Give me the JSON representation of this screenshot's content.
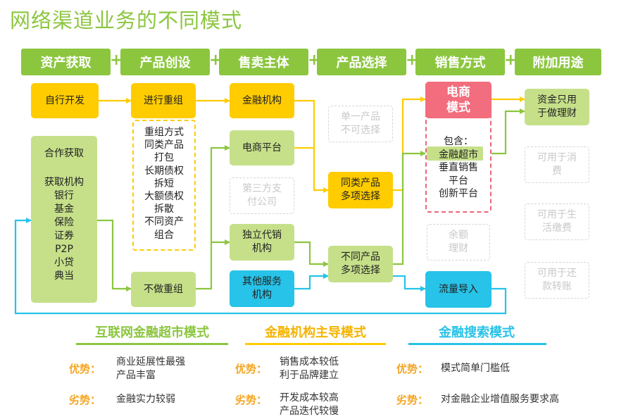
{
  "title": "网络渠道业务的不同模式",
  "headers": [
    "资产获取",
    "产品创设",
    "售卖主体",
    "产品选择",
    "销售方式",
    "附加用途"
  ],
  "plus": "+",
  "nodes": {
    "self_dev": "自行开发",
    "coop": "合作获取",
    "sources": [
      "获取机构",
      "银行",
      "基金",
      "保险",
      "证券",
      "P2P",
      "小贷",
      "典当"
    ],
    "restructure": "进行重组",
    "methods": [
      "重组方式",
      "同类产品",
      "打包",
      "长期债权",
      "拆短",
      "大额债权",
      "拆散",
      "不同资产",
      "组合"
    ],
    "no_restructure": "不做重组",
    "fin_inst": "金融机构",
    "ecom_platform": "电商平台",
    "third_pay": [
      "第三方支",
      "付公司"
    ],
    "indep_agent": [
      "独立代销",
      "机构"
    ],
    "other_service": [
      "其他服务",
      "机构"
    ],
    "single_product": [
      "单一产品",
      "不可选择"
    ],
    "same_multi": [
      "同类产品",
      "多项选择"
    ],
    "diff_multi": [
      "不同产品",
      "多项选择"
    ],
    "ecom_mode": [
      "电商",
      "模式"
    ],
    "contains": [
      "包含：",
      "金融超市",
      "垂直销售",
      "平台",
      "创新平台"
    ],
    "balance_wm": [
      "余额",
      "理财"
    ],
    "traffic": "流量导入",
    "funds_only": [
      "资金只用",
      "于做理财"
    ],
    "consume": [
      "可用于消",
      "费"
    ],
    "bills": [
      "可用于生",
      "活缴费"
    ],
    "repay": [
      "可用于还",
      "款转账"
    ]
  },
  "modes": [
    {
      "name": "互联网金融超市模式",
      "color": "#8cc63f",
      "pro_label": "优势：",
      "pro": [
        "商业延展性最强",
        "产品丰富"
      ],
      "con_label": "劣势：",
      "con": [
        "金融实力较弱"
      ]
    },
    {
      "name": "金融机构主导模式",
      "color": "#ffcc00",
      "pro_label": "优势：",
      "pro": [
        "销售成本较低",
        "利于品牌建立"
      ],
      "con_label": "劣势：",
      "con": [
        "开发成本较高",
        "产品迭代较慢"
      ]
    },
    {
      "name": "金融搜索模式",
      "color": "#27c3e8",
      "pro_label": "优势：",
      "pro": [
        "模式简单门槛低"
      ],
      "con_label": "劣势：",
      "con": [
        "对金融企业增值服务要求高"
      ]
    }
  ],
  "colors": {
    "green": "#8cc63f",
    "yellow": "#ffcc00",
    "light_green": "#c6e08a",
    "blue": "#27c3e8",
    "red": "#e8667a",
    "orange_label": "#f5a623"
  }
}
